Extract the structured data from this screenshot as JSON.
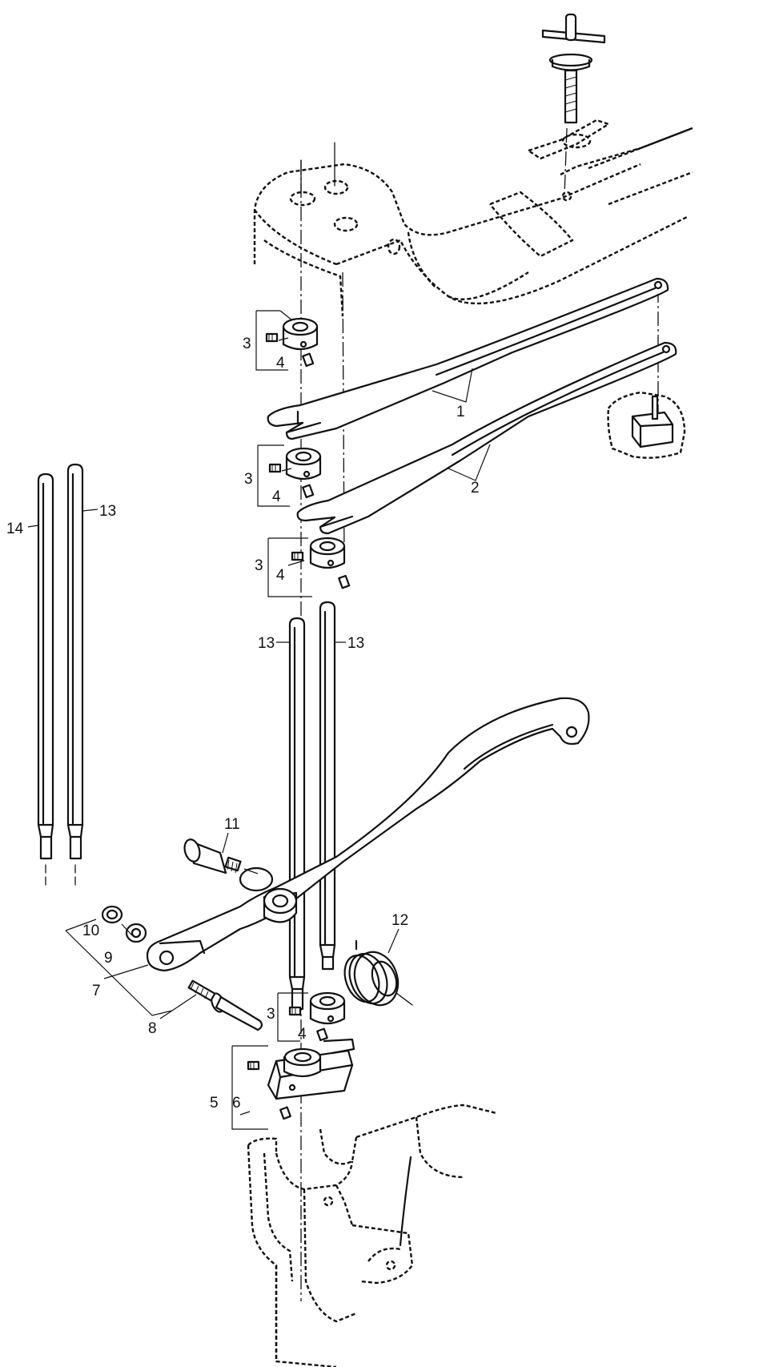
{
  "labels": [
    {
      "id": "1",
      "text": "1"
    },
    {
      "id": "2",
      "text": "2"
    },
    {
      "id": "3a",
      "text": "3"
    },
    {
      "id": "4a",
      "text": "4"
    },
    {
      "id": "3b",
      "text": "3"
    },
    {
      "id": "4b",
      "text": "4"
    },
    {
      "id": "3c",
      "text": "3"
    },
    {
      "id": "4c",
      "text": "4"
    },
    {
      "id": "14",
      "text": "14"
    },
    {
      "id": "13a",
      "text": "13"
    },
    {
      "id": "13b",
      "text": "13"
    },
    {
      "id": "13c",
      "text": "13"
    },
    {
      "id": "11",
      "text": "11"
    },
    {
      "id": "12",
      "text": "12"
    },
    {
      "id": "10",
      "text": "10"
    },
    {
      "id": "9",
      "text": "9"
    },
    {
      "id": "7",
      "text": "7"
    },
    {
      "id": "8",
      "text": "8"
    },
    {
      "id": "3d",
      "text": "3"
    },
    {
      "id": "4d",
      "text": "4"
    },
    {
      "id": "5",
      "text": "5"
    },
    {
      "id": "6",
      "text": "6"
    }
  ]
}
